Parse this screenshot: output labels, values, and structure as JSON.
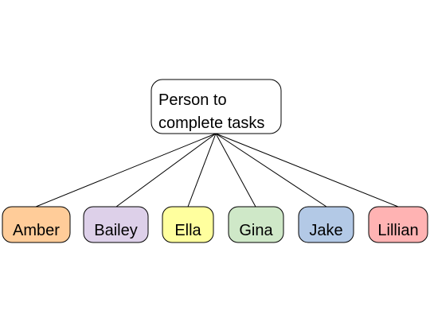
{
  "root": {
    "lines": [
      "Person to",
      "complete tasks"
    ],
    "color": "#ffffff"
  },
  "people": [
    {
      "label": "Amber",
      "color": "#ffcc99"
    },
    {
      "label": "Bailey",
      "color": "#ddd0e9"
    },
    {
      "label": "Ella",
      "color": "#ffff9e"
    },
    {
      "label": "Gina",
      "color": "#cfe8c8"
    },
    {
      "label": "Jake",
      "color": "#b3c9e6"
    },
    {
      "label": "Lillian",
      "color": "#ffb3b3"
    }
  ]
}
